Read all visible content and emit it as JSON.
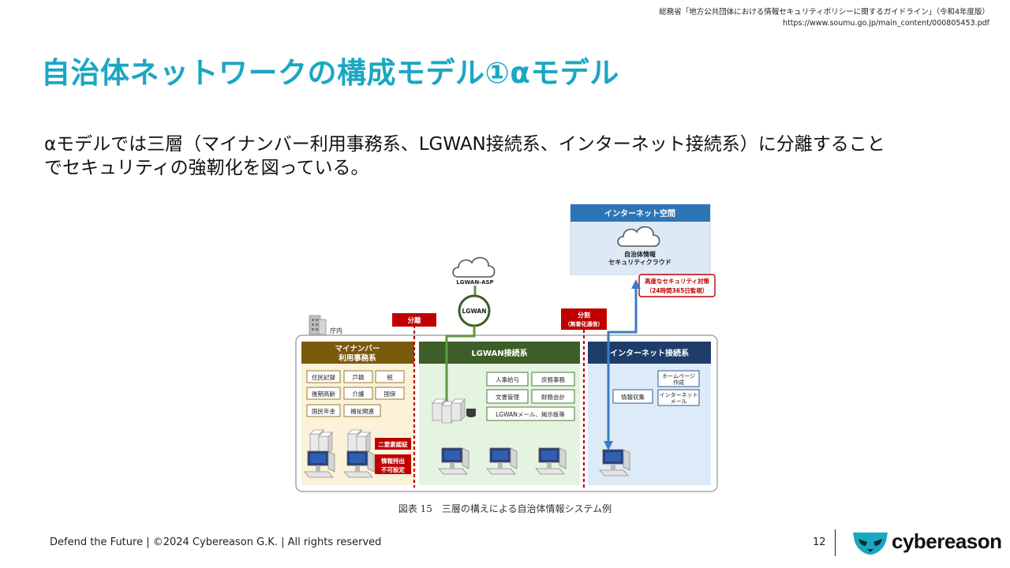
{
  "source": {
    "line1": "総務省「地方公共団体における情報セキュリティポリシーに関するガイドライン」（令和4年度版）",
    "line2": "https://www.soumu.go.jp/main_content/000805453.pdf"
  },
  "title": "自治体ネットワークの構成モデル①αモデル",
  "body": {
    "line1": "αモデルでは三層（マイナンバー利用事務系、LGWAN接続系、インターネット接続系）に分離すること",
    "line2": "でセキュリティの強靭化を図っている。"
  },
  "diagram": {
    "office_label": "庁内",
    "internet_space": {
      "header": "インターネット空間",
      "cloud_line1": "自治体情報",
      "cloud_line2": "セキュリティクラウド"
    },
    "security_note": {
      "line1": "高度なセキュリティ対策",
      "line2": "（24時間365日監視）"
    },
    "lgwan_asp": "LGWAN-ASP",
    "lgwan": "LGWAN",
    "split1": "分離",
    "split2": {
      "line1": "分割",
      "line2": "（無害化通信）"
    },
    "mynumber": {
      "header_line1": "マイナンバー",
      "header_line2": "利用事務系",
      "tasks": [
        "住民記録",
        "戸籍",
        "税",
        "後期高齢",
        "介護",
        "国保",
        "国民年金",
        "福祉関連"
      ],
      "badge1": "二要素認証",
      "badge2_line1": "情報持出",
      "badge2_line2": "不可設定"
    },
    "lgwan_zone": {
      "header": "LGWAN接続系",
      "tasks": [
        "人事給与",
        "庶務事務",
        "文書管理",
        "財務会計",
        "LGWANメール、掲示板等"
      ]
    },
    "internet_zone": {
      "header": "インターネット接続系",
      "tasks": [
        "情報収集",
        "ホームページ作成",
        "インターネットメール"
      ],
      "task_lines": {
        "hp1": "ホームページ",
        "hp2": "作成",
        "mail1": "インターネット",
        "mail2": "メール"
      }
    },
    "caption": "図表 15　三層の構えによる自治体情報システム例"
  },
  "colors": {
    "title": "#1aa7c2",
    "mynumber_header": "#7a5a0c",
    "mynumber_bg": "#fbf2d9",
    "lgwan_header": "#3d5e28",
    "lgwan_bg": "#e5f4e0",
    "internet_header": "#1e3d6b",
    "internet_bg": "#ddeaf8",
    "internet_space_header": "#2e75b6",
    "red": "#c00000",
    "arrow_blue": "#3b7cc6"
  },
  "footer": {
    "text": "Defend the Future | ©2024 Cybereason G.K. | All rights reserved",
    "page": "12",
    "brand": "cybereason"
  }
}
